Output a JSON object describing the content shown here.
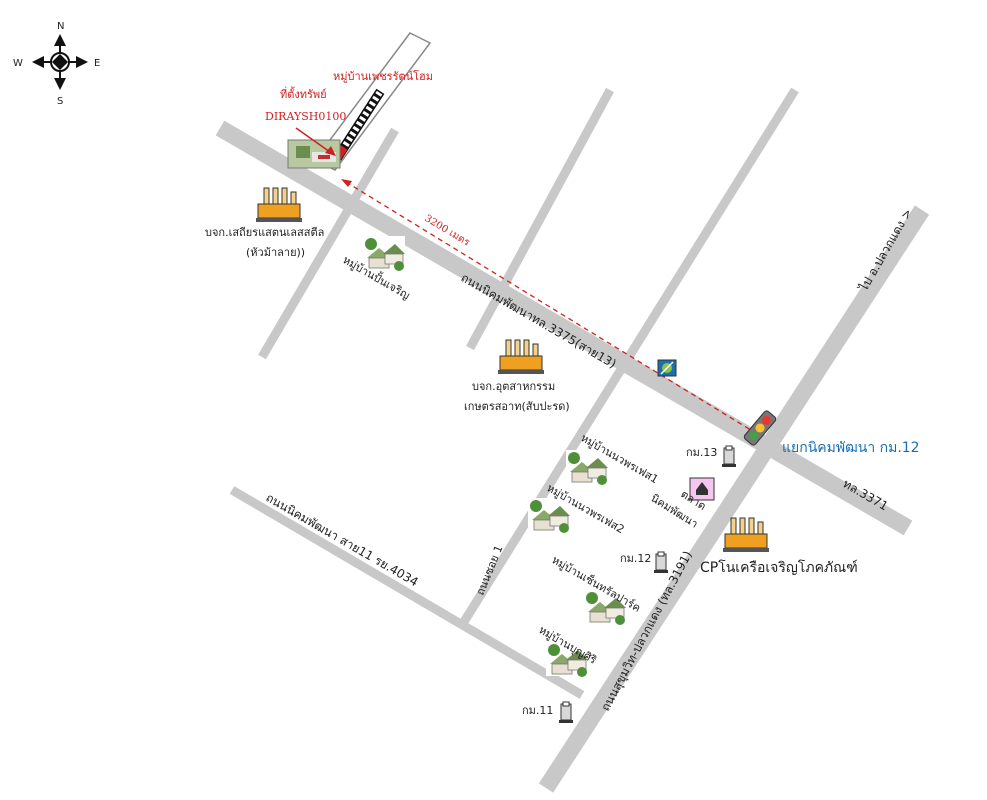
{
  "compass": {
    "north": "N",
    "south": "S",
    "east": "E",
    "west": "W"
  },
  "labels": {
    "village_top": "หมู่บ้านเพชรรัตน์โฮม",
    "property_title": "ที่ตั้งทรัพย์",
    "property_code": "DIRAYSH0100",
    "factory_1_line1": "บจก.เสถียรแสตนเลสสตีล",
    "factory_1_line2": "(หัวม้าลาย))",
    "village_left": "หมู่บ้านปั้นเจริญ",
    "distance": "3200 เมตร",
    "factory_2_line1": "บจก.อุตสาหกรรม",
    "factory_2_line2": "เกษตรสอาท(สับปะรด)",
    "junction": "แยกนิคมพัฒนา กม.12",
    "km13": "กม.13",
    "km12": "กม.12",
    "km11": "กม.11",
    "market_line1": "ตลาด",
    "market_line2": "นิคมพัฒนา",
    "cp_factory": "CPโนเครือเจริญโภคภัณฑ์",
    "village_1": "หมู่บ้านนวพรเฟส1",
    "village_2": "หมู่บ้านนวพรเฟส2",
    "village_3": "หมู่บ้านเซ็นทรัลปาร์ค",
    "village_4": "หมู่บ้านบุญศิริ"
  },
  "roads": {
    "main_diagonal": "ถนนนิคมพัฒนาทล.3375(สาย13)",
    "lower_road": "ถนนนิคมพัฒนา สาย11 รย.4034",
    "right_road": "ไป อ.ปลวกแดง >",
    "road_3371": "ทล.3371",
    "sukhumvit": "ถนนสุขุมวิท-ปลวกแดง (ทล.3191)",
    "soi": "ถนนซอย 1"
  },
  "colors": {
    "road": "#c8c8c8",
    "label_red": "#d02020",
    "label_blue": "#1a6fb0"
  }
}
